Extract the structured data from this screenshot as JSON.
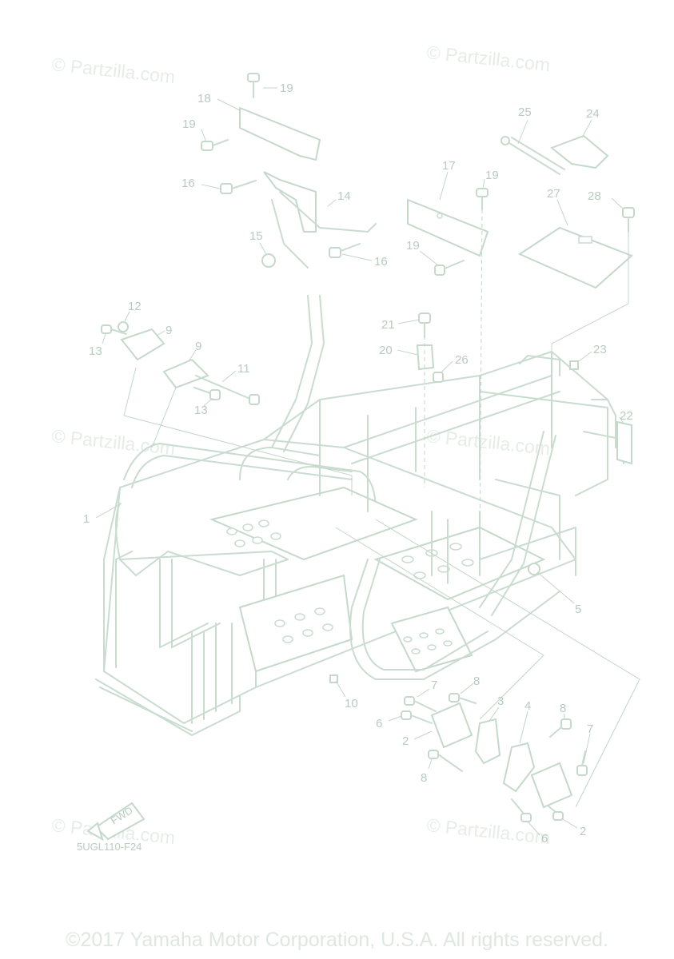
{
  "watermarks": [
    "© Partzilla.com",
    "© Partzilla.com",
    "© Partzilla.com",
    "© Partzilla.com",
    "© Partzilla.com",
    "© Partzilla.com"
  ],
  "diagram_code": "5UGL110-F24",
  "fwd_label": "FWD",
  "copyright": "©2017 Yamaha Motor Corporation, U.S.A. All rights reserved.",
  "callouts": [
    "19",
    "18",
    "19",
    "16",
    "14",
    "15",
    "16",
    "17",
    "19",
    "19",
    "25",
    "24",
    "27",
    "28",
    "12",
    "9",
    "13",
    "9",
    "11",
    "13",
    "21",
    "20",
    "26",
    "23",
    "22",
    "1",
    "5",
    "10",
    "7",
    "8",
    "3",
    "6",
    "2",
    "8",
    "4",
    "8",
    "7",
    "6",
    "2"
  ]
}
